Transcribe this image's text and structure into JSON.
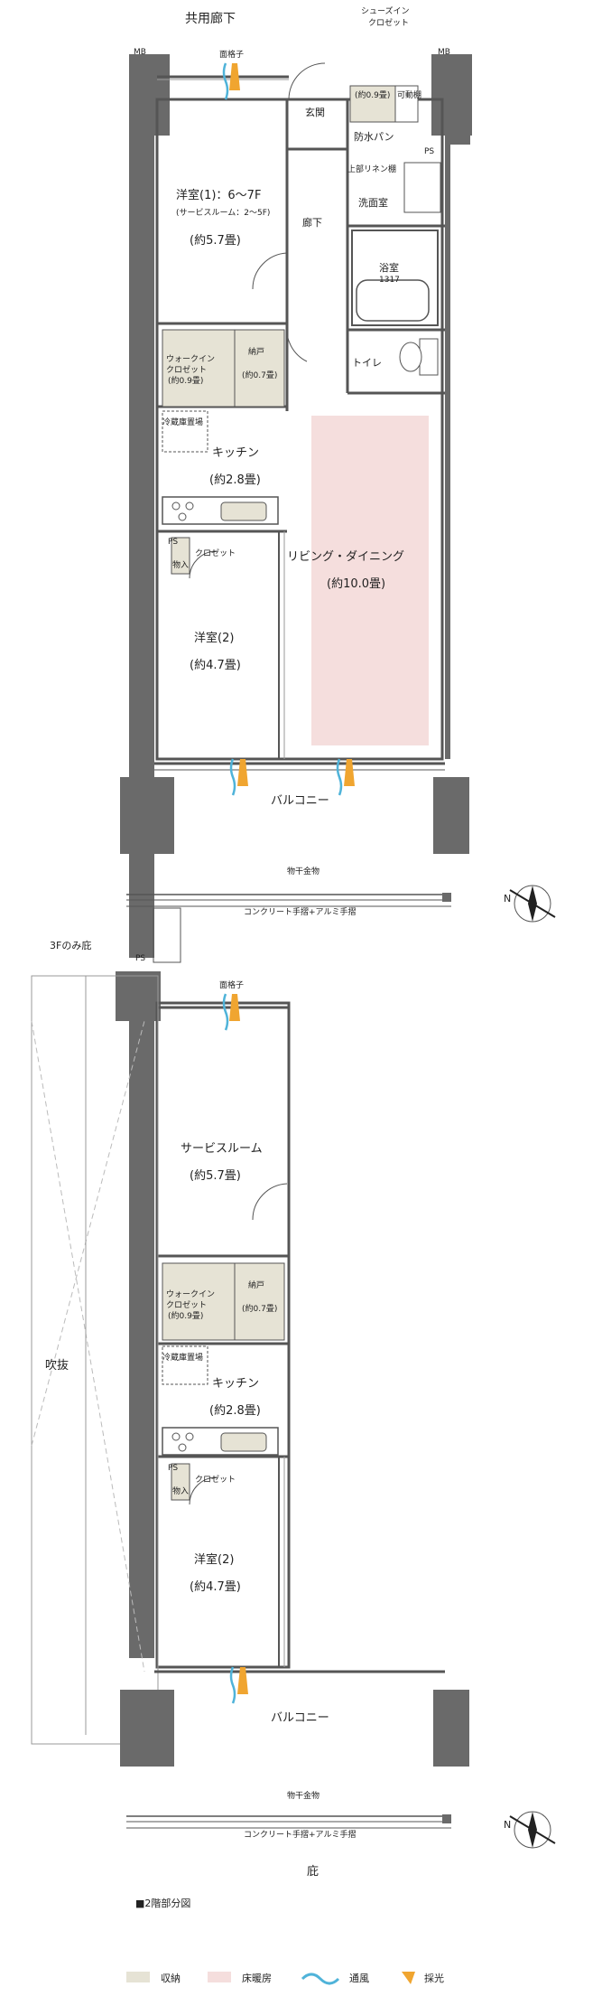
{
  "colors": {
    "storage": "#e6e3d5",
    "floor_heating": "#f5dedd",
    "ventilation": "#4fb3d9",
    "daylight": "#f0a530",
    "wall": "#6a6a6a"
  },
  "plan_main": {
    "common_corridor": "共用廊下",
    "mb_left": "MB",
    "mb_right": "MB",
    "grille": "面格子",
    "shoes_closet": "シューズイン\nクロゼット",
    "shoes_closet_size": "(約0.9畳)",
    "movable_shelf": "可動棚",
    "entrance": "玄関",
    "waterproof_pan": "防水パン",
    "ps": "PS",
    "upper_linen": "上部リネン棚",
    "washroom": "洗面室",
    "western1_title": "洋室(1)：6～7F",
    "western1_sub": "(サービスルーム：2～5F)",
    "western1_size": "(約5.7畳)",
    "hallway": "廊下",
    "bath": "浴室",
    "bath_size": "1317",
    "wic": "ウォークイン\nクロゼット",
    "wic_size": "(約0.9畳)",
    "nando": "納戸",
    "nando_size": "(約0.7畳)",
    "toilet": "トイレ",
    "fridge": "冷蔵庫置場",
    "kitchen": "キッチン",
    "kitchen_size": "(約2.8畳)",
    "living": "リビング・ダイニング",
    "living_size": "(約10.0畳)",
    "ps2": "PS",
    "closet": "クロゼット",
    "storage_item": "物入",
    "western2": "洋室(2)",
    "western2_size": "(約4.7畳)",
    "balcony": "バルコニー",
    "laundry": "物干金物",
    "handrail": "コンクリート手摺+アルミ手摺",
    "eave_3f": "3Fのみ庇"
  },
  "plan_second": {
    "ps": "PS",
    "grille": "面格子",
    "service_room": "サービスルーム",
    "service_size": "(約5.7畳)",
    "void": "吹抜",
    "wic": "ウォークイン\nクロゼット",
    "wic_size": "(約0.9畳)",
    "nando": "納戸",
    "nando_size": "(約0.7畳)",
    "fridge": "冷蔵庫置場",
    "kitchen": "キッチン",
    "kitchen_size": "(約2.8畳)",
    "ps2": "PS",
    "closet": "クロゼット",
    "storage_item": "物入",
    "western2": "洋室(2)",
    "western2_size": "(約4.7畳)",
    "balcony": "バルコニー",
    "laundry": "物干金物",
    "handrail": "コンクリート手摺+アルミ手摺",
    "eave": "庇",
    "caption": "■2階部分図"
  },
  "legend": {
    "storage": "収納",
    "floor_heating": "床暖房",
    "ventilation": "通風",
    "daylight": "採光"
  },
  "compass": "N"
}
